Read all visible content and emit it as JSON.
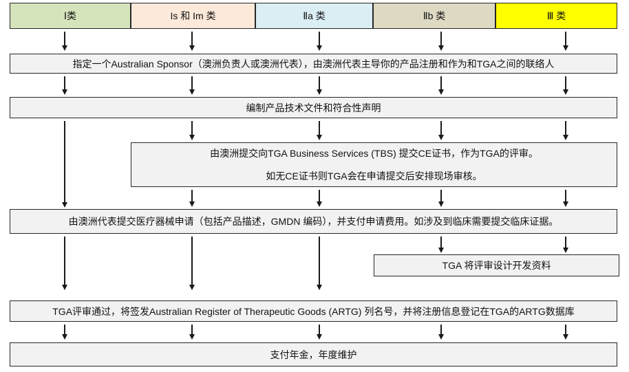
{
  "colors": {
    "background": "#ffffff",
    "step_fill": "#f2f2f2",
    "border": "#262626",
    "arrow": "#1a1a1a"
  },
  "device_classes": [
    {
      "label": "Ⅰ类",
      "color": "#d6e4bc"
    },
    {
      "label": "Is 和 Im 类",
      "color": "#fde9d9"
    },
    {
      "label": "Ⅱa 类",
      "color": "#daeef3"
    },
    {
      "label": "Ⅱb 类",
      "color": "#ddd9c3"
    },
    {
      "label": "Ⅲ 类",
      "color": "#ffff00"
    }
  ],
  "steps": {
    "sponsor": "指定一个Australian Sponsor（澳洲负责人或澳洲代表），由澳洲代表主导你的产品注册和作为和TGA之间的联络人",
    "tech_docs": "编制产品技术文件和符合性声明",
    "tbs_line1": "由澳洲提交向TGA Business Services (TBS) 提交CE证书，作为TGA的评审。",
    "tbs_line2": "如无CE证书则TGA会在申请提交后安排现场审核。",
    "application": "由澳洲代表提交医疗器械申请（包括产品描述，GMDN 编码），并支付申请费用。如涉及到临床需要提交临床证据。",
    "design_review": "TGA 将评审设计开发资料",
    "artg_listing": "TGA评审通过，将签发Australian Register of Therapeutic Goods (ARTG) 列名号，并将注册信息登记在TGA的ARTG数据库",
    "annual_fee": "支付年金，年度维护"
  }
}
